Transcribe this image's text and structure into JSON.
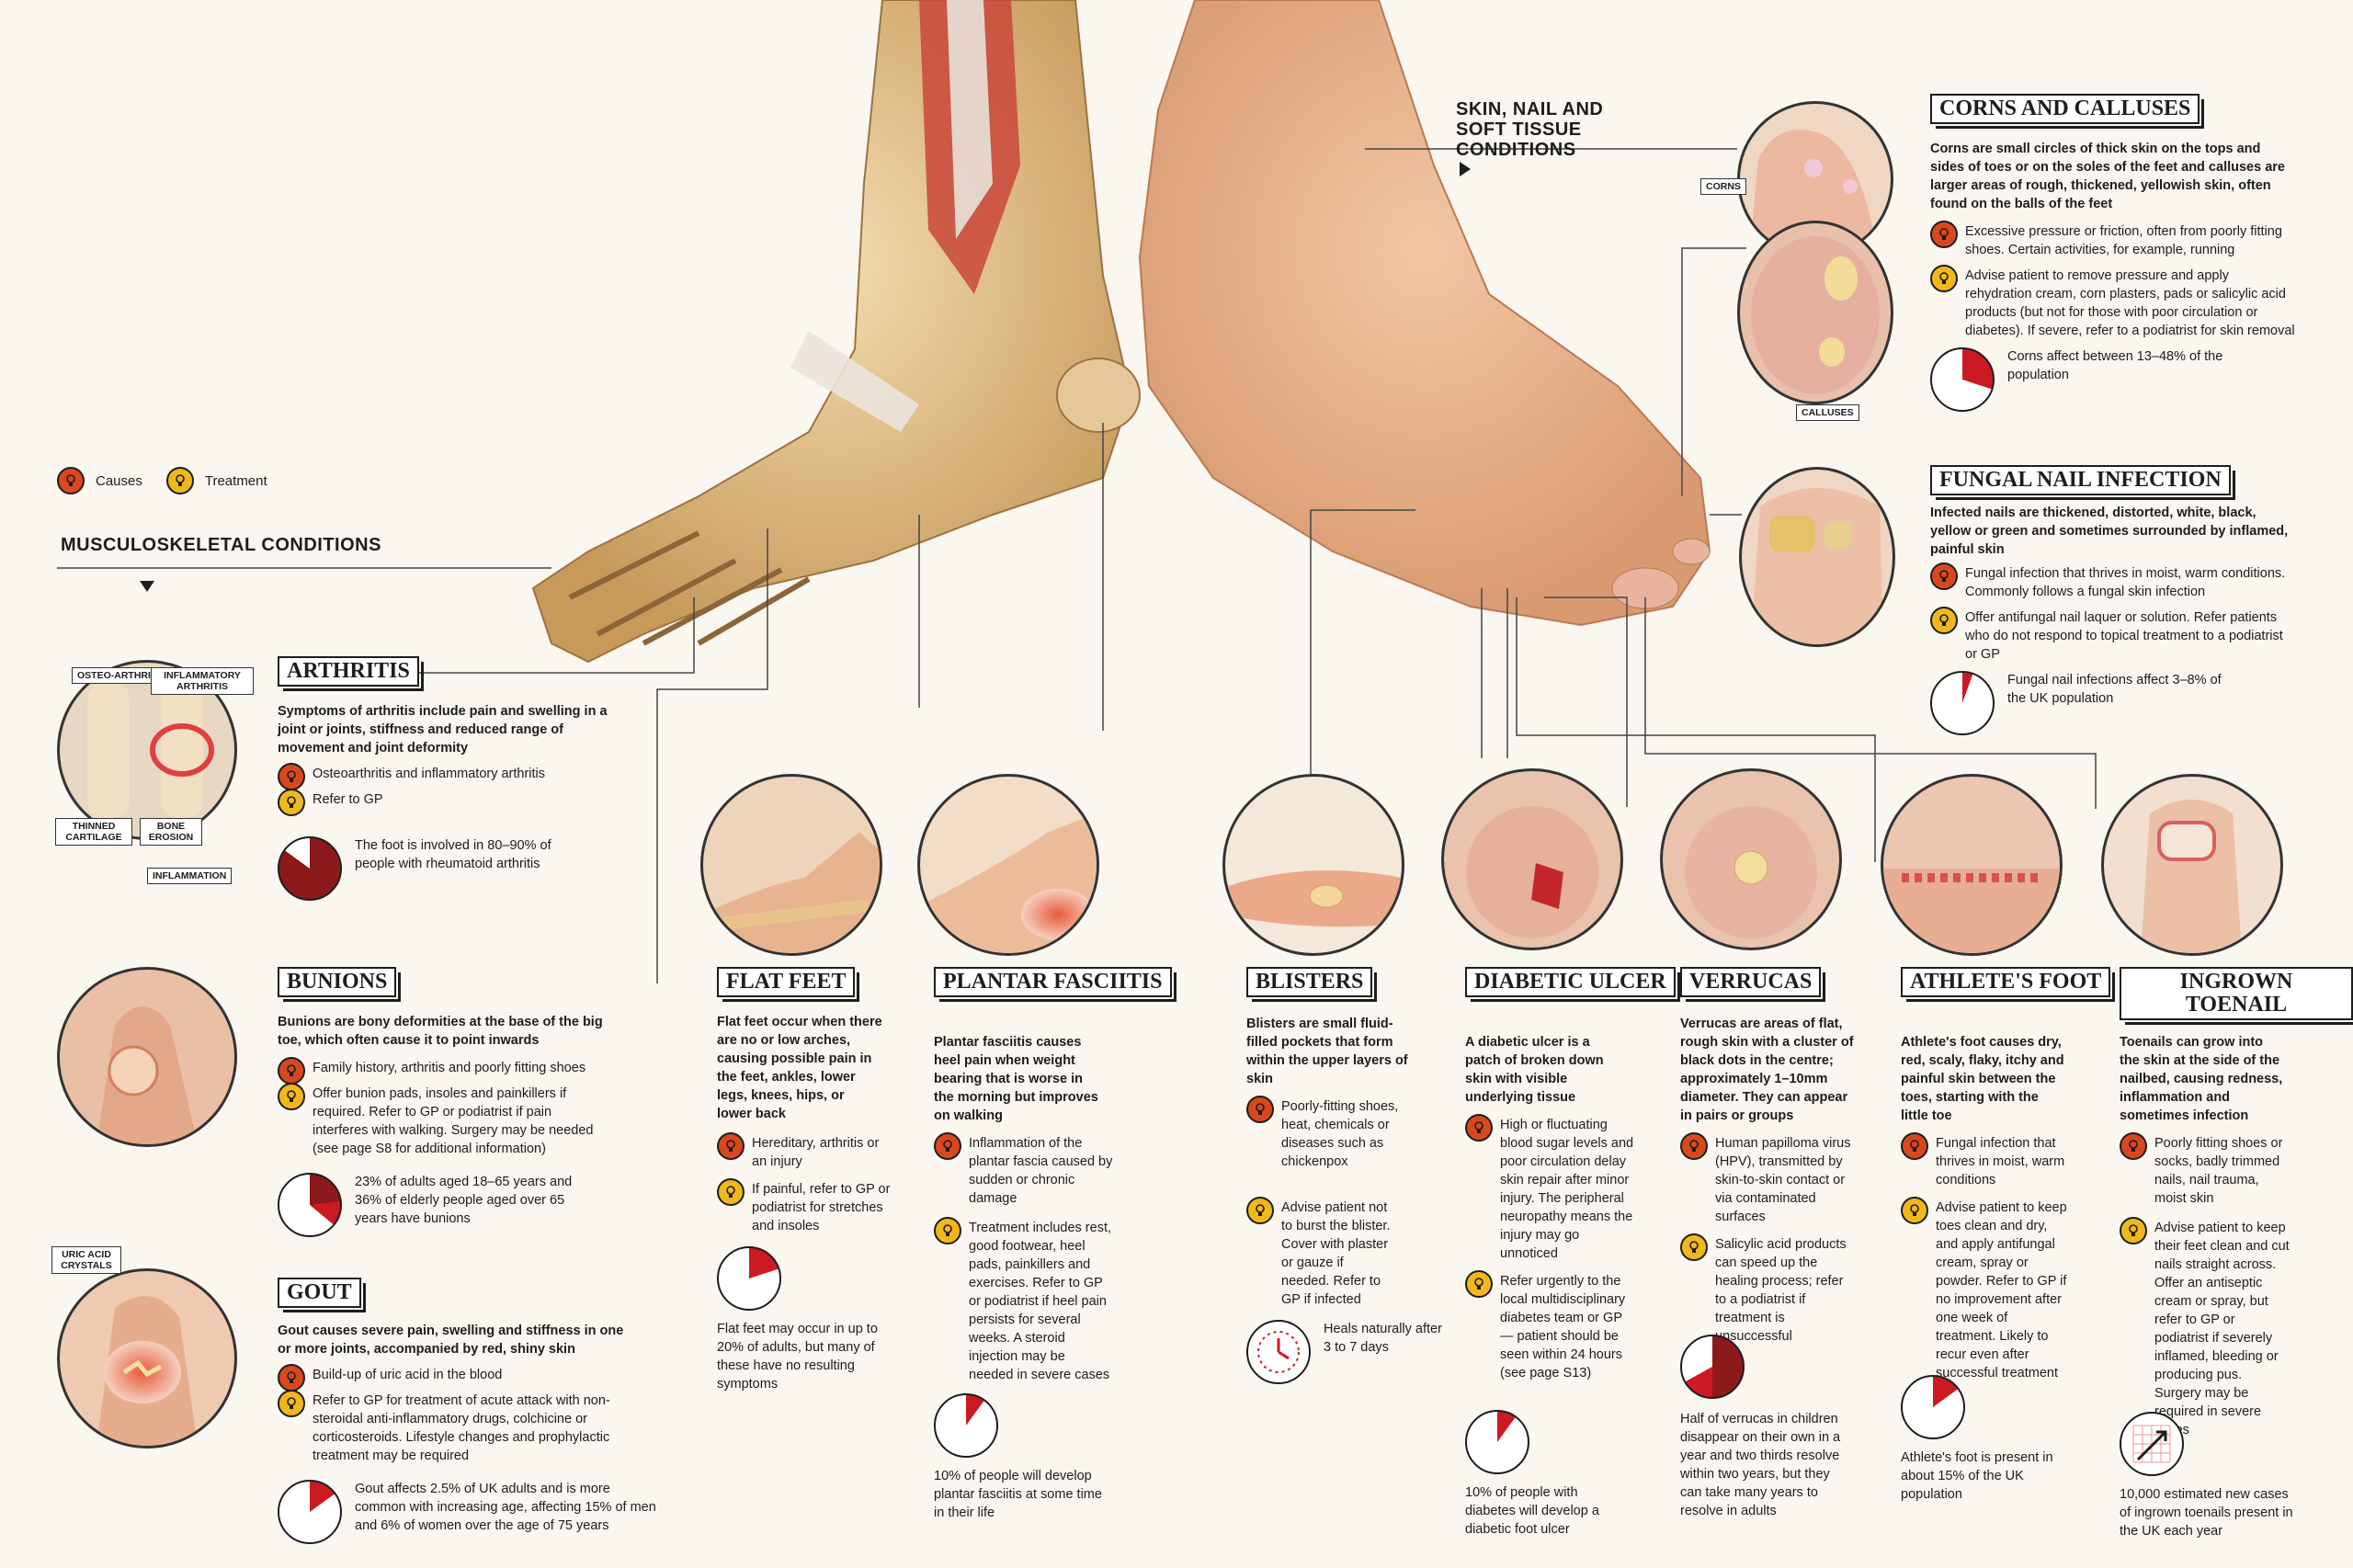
{
  "legend": {
    "causes_label": "Causes",
    "treatment_label": "Treatment"
  },
  "sections": {
    "musculoskeletal": "MUSCULOSKELETAL CONDITIONS",
    "skin": "SKIN, NAIL AND SOFT TISSUE CONDITIONS"
  },
  "colors": {
    "cause": "#d9471f",
    "treatment": "#f0b81a",
    "pie_fill": "#cc1a22",
    "pie_dark": "#8c1a1a"
  },
  "icons": {
    "cause": "lightbulb-icon",
    "treatment": "lightbulb-icon",
    "heals": "clock-icon",
    "ingrown_stat": "arrow-chart-icon"
  },
  "arthritis": {
    "title": "ARTHRITIS",
    "desc": "Symptoms of arthritis include pain and swelling in a joint or joints, stiffness and reduced range of movement and joint deformity",
    "cause": "Osteoarthritis and inflammatory arthritis",
    "treatment": "Refer to GP",
    "stat_text": "The foot is involved in 80–90% of people with rheumatoid arthritis",
    "stat_value": 0.85,
    "labels": {
      "osteo": "OSTEO-ARTHRITIS",
      "inflammatory": "INFLAMMATORY ARTHRITIS",
      "thinned": "THINNED CARTILAGE",
      "bone": "BONE EROSION",
      "inflammation": "INFLAMMATION"
    }
  },
  "bunions": {
    "title": "BUNIONS",
    "desc": "Bunions are bony deformities at the base of the big toe, which often cause it to point inwards",
    "cause": "Family history, arthritis and poorly fitting shoes",
    "treatment": "Offer bunion pads, insoles and painkillers if required. Refer to GP or podiatrist if pain interferes with walking. Surgery may be needed (see page S8 for additional information)",
    "stat_text": "23% of adults aged 18–65 years and 36% of elderly people aged over 65 years have bunions",
    "stat_value_adults": 0.23,
    "stat_value_elderly": 0.36
  },
  "gout": {
    "title": "GOUT",
    "desc": "Gout causes severe pain, swelling and stiffness in one or more joints, accompanied by red, shiny skin",
    "cause": "Build-up of uric acid in the blood",
    "treatment": "Refer to GP for treatment of acute attack with non-steroidal anti-inflammatory drugs, colchicine or corticosteroids. Lifestyle changes and prophylactic treatment may be required",
    "stat_text": "Gout affects 2.5% of UK adults and is more common with increasing age, affecting 15% of men and 6% of women over the age of 75 years",
    "stat_value": 0.15,
    "label": "URIC ACID CRYSTALS"
  },
  "flat_feet": {
    "title": "FLAT FEET",
    "desc": "Flat feet occur when there are no or low arches, causing possible pain in the feet, ankles, lower legs, knees, hips, or lower back",
    "cause": "Hereditary, arthritis or an injury",
    "treatment": "If painful, refer to GP or podiatrist for stretches and insoles",
    "stat_text": "Flat feet may occur in up to 20% of adults, but many of these have no resulting symptoms",
    "stat_value": 0.2
  },
  "plantar": {
    "title": "PLANTAR FASCIITIS",
    "desc": "Plantar fasciitis causes heel pain when weight bearing that is worse in the morning but improves on walking",
    "cause": "Inflammation of the plantar fascia caused by sudden or chronic damage",
    "treatment": "Treatment includes rest, good footwear, heel pads, painkillers and exercises. Refer to GP or podiatrist if heel pain persists for several weeks. A steroid injection may be needed in severe cases",
    "stat_text": "10% of people will develop plantar fasciitis at some time in their life",
    "stat_value": 0.1
  },
  "blisters": {
    "title": "BLISTERS",
    "desc": "Blisters are small fluid-filled pockets that form within the upper layers of skin",
    "cause": "Poorly-fitting shoes, heat, chemicals or diseases such as chickenpox",
    "treatment": "Advise patient not to burst the blister. Cover with plaster or gauze if needed. Refer to GP if infected",
    "stat_text": "Heals naturally after 3 to 7 days"
  },
  "diabetic": {
    "title": "DIABETIC ULCER",
    "desc": "A diabetic ulcer is a patch of broken down skin with visible underlying tissue",
    "cause": "High or fluctuating blood sugar levels and poor circulation delay skin repair after minor injury. The peripheral neuropathy means the injury may go unnoticed",
    "treatment": "Refer urgently to the local multidisciplinary diabetes team or GP — patient should be seen within 24 hours (see page S13)",
    "stat_text": "10% of people with diabetes will develop a diabetic foot ulcer",
    "stat_value": 0.1
  },
  "verrucas": {
    "title": "VERRUCAS",
    "desc": "Verrucas are areas of flat, rough skin with a cluster of black dots in the centre; approximately 1–10mm diameter. They can appear in pairs or groups",
    "cause": "Human papilloma virus (HPV), transmitted by skin-to-skin contact or via contaminated surfaces",
    "treatment": "Salicylic acid products can speed up the healing process; refer to a podiatrist if treatment is unsuccessful",
    "stat_text": "Half of verrucas in children disappear on their own in a year and two thirds resolve within two years, but they can take many years to resolve in adults",
    "stat_value_year": 0.5,
    "stat_value_two_years": 0.67
  },
  "athletes": {
    "title": "ATHLETE'S FOOT",
    "desc": "Athlete's foot causes dry, red, scaly, flaky, itchy and painful skin between the toes, starting with the little toe",
    "cause": "Fungal infection that thrives in moist, warm conditions",
    "treatment": "Advise patient to keep toes clean and dry, and apply antifungal cream, spray or powder. Refer to GP if no improvement after one week of treatment. Likely to recur even after successful treatment",
    "stat_text": "Athlete's foot is present in about 15% of the UK population",
    "stat_value": 0.15
  },
  "ingrown": {
    "title": "INGROWN TOENAIL",
    "desc": "Toenails can grow into the skin at the side of the nailbed, causing redness, inflammation and sometimes infection",
    "cause": "Poorly fitting shoes or socks, badly trimmed nails, nail trauma, moist skin",
    "treatment": "Advise patient to keep their feet clean and cut nails straight across. Offer an antiseptic cream or spray, but refer to GP or podiatrist if severely inflamed, bleeding or producing pus. Surgery may be required in severe cases",
    "stat_text": "10,000 estimated new cases of ingrown toenails present in the UK each year"
  },
  "corns": {
    "title": "CORNS AND CALLUSES",
    "desc": "Corns are small circles of thick skin on the tops and sides of toes or on the soles of the feet and calluses are larger areas of rough, thickened, yellowish skin, often found on the balls of the feet",
    "cause": "Excessive pressure or friction, often from poorly fitting shoes. Certain activities, for example, running",
    "treatment": "Advise patient to remove pressure and apply rehydration cream, corn plasters, pads or salicylic acid products (but not for those with poor circulation or diabetes). If severe, refer to a podiatrist for skin removal",
    "stat_text": "Corns affect between 13–48% of the population",
    "stat_value": 0.3,
    "labels": {
      "corns": "CORNS",
      "calluses": "CALLUSES"
    }
  },
  "fungal": {
    "title": "FUNGAL NAIL INFECTION",
    "desc": "Infected nails are thickened, distorted, white, black, yellow or green and sometimes surrounded by inflamed, painful skin",
    "cause": "Fungal infection that thrives in moist, warm conditions. Commonly follows a fungal skin infection",
    "treatment": "Offer antifungal nail laquer or solution. Refer patients who do not respond to topical treatment to a podiatrist or GP",
    "stat_text": "Fungal nail infections affect 3–8% of the UK population",
    "stat_value": 0.055
  }
}
